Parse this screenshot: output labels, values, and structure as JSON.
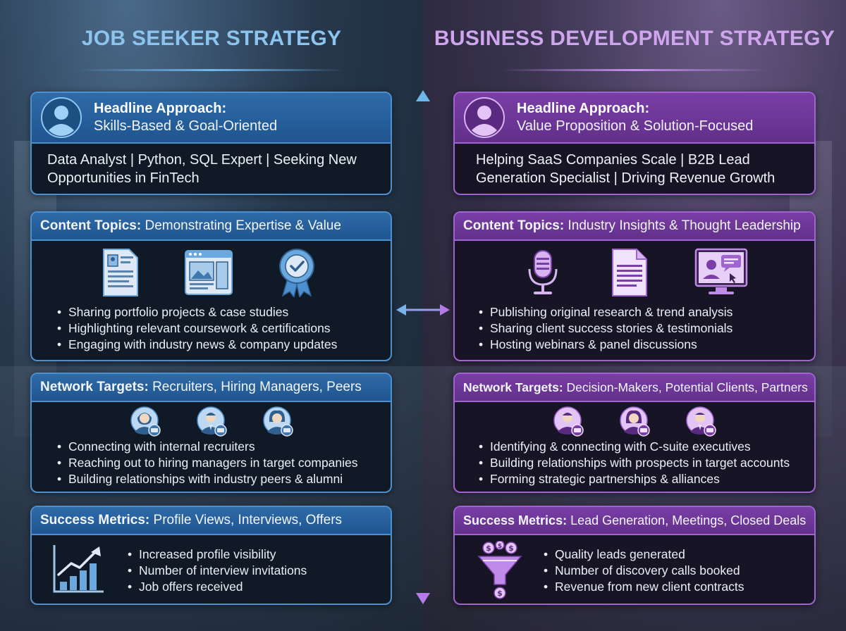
{
  "left": {
    "title": "JOB SEEKER STRATEGY",
    "headline": {
      "label": "Headline Approach:",
      "sub": "Skills-Based & Goal-Oriented",
      "body": "Data Analyst | Python, SQL Expert | Seeking New Opportunities in FinTech"
    },
    "content": {
      "label": "Content Topics:",
      "value": "Demonstrating Expertise & Value",
      "icons": [
        "resume-icon",
        "portfolio-window-icon",
        "certification-badge-icon"
      ],
      "bullets": [
        "Sharing portfolio projects & case studies",
        "Highlighting relevant coursework & certifications",
        "Engaging with industry news & company updates"
      ]
    },
    "network": {
      "label": "Network Targets:",
      "value": "Recruiters, Hiring Managers, Peers",
      "icons": [
        "recruiter-avatar-icon",
        "hiring-manager-avatar-icon",
        "peer-avatar-icon"
      ],
      "bullets": [
        "Connecting with internal recruiters",
        "Reaching out to hiring managers in target companies",
        "Building relationships with industry peers & alumni"
      ]
    },
    "metrics": {
      "label": "Success Metrics:",
      "value": "Profile Views, Interviews, Offers",
      "icon": "growth-chart-icon",
      "bullets": [
        "Increased profile visibility",
        "Number of interview invitations",
        "Job offers received"
      ]
    }
  },
  "right": {
    "title": "BUSINESS DEVELOPMENT STRATEGY",
    "headline": {
      "label": "Headline Approach:",
      "sub": "Value Proposition & Solution-Focused",
      "body": "Helping SaaS Companies Scale | B2B Lead Generation Specialist | Driving Revenue Growth"
    },
    "content": {
      "label": "Content Topics:",
      "value": "Industry Insights & Thought Leadership",
      "icons": [
        "microphone-icon",
        "document-icon",
        "webinar-monitor-icon"
      ],
      "bullets": [
        "Publishing original research & trend analysis",
        "Sharing client success stories & testimonials",
        "Hosting webinars & panel discussions"
      ]
    },
    "network": {
      "label": "Network Targets:",
      "value": "Decision-Makers, Potential Clients, Partners",
      "icons": [
        "decision-maker-avatar-icon",
        "client-avatar-icon",
        "partner-avatar-icon"
      ],
      "bullets": [
        "Identifying & connecting with C-suite executives",
        "Building relationships with prospects in target accounts",
        "Forming strategic partnerships & alliances"
      ]
    },
    "metrics": {
      "label": "Success Metrics:",
      "value": "Lead Generation, Meetings, Closed Deals",
      "icon": "sales-funnel-icon",
      "bullets": [
        "Quality leads generated",
        "Number of discovery calls booked",
        "Revenue from new client contracts"
      ]
    }
  },
  "colors": {
    "left_accent": "#4d90cf",
    "right_accent": "#a063d2",
    "left_title": "#8cc4ee",
    "right_title": "#cfa6ee"
  }
}
